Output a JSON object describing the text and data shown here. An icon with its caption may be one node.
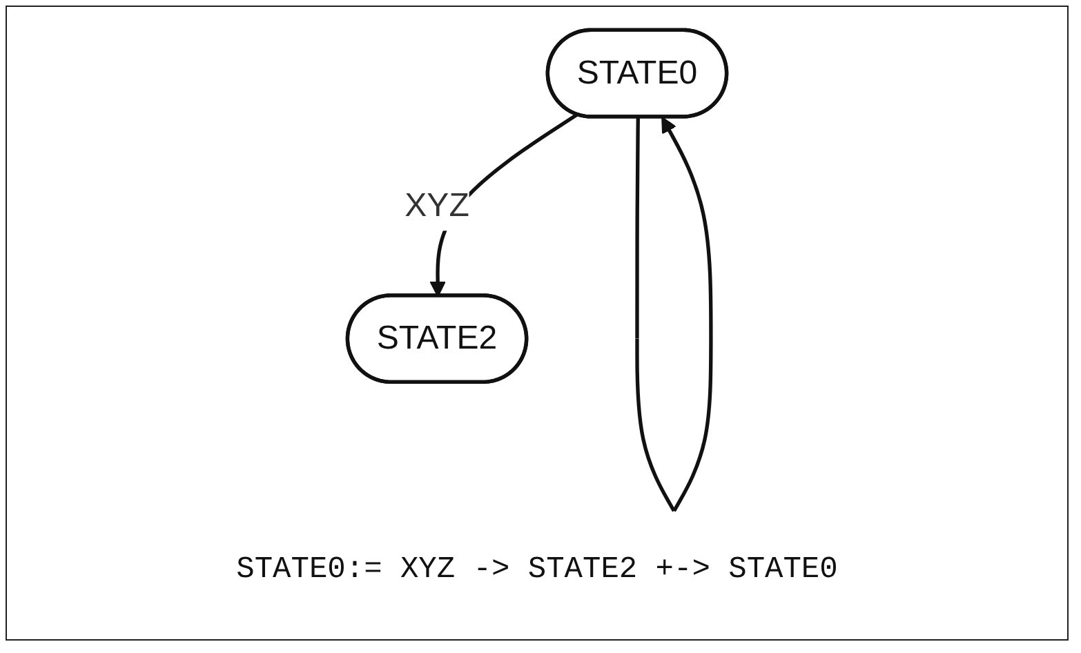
{
  "diagram": {
    "nodes": [
      {
        "text": [
          "STATE0"
        ]
      },
      {
        "text": [
          "STATE2"
        ]
      }
    ],
    "edges": [
      {
        "from": 0,
        "to": 0,
        "arrow": "to"
      },
      {
        "from": 0,
        "to": 1,
        "label": "XYZ",
        "arrow": "to"
      }
    ],
    "labels": [
      "STATE0:= XYZ -> STATE2 +-> STATE0"
    ]
  }
}
